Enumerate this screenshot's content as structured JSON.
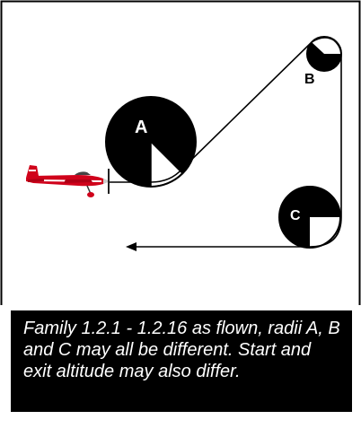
{
  "diagram": {
    "loop_labels": {
      "a": "A",
      "b": "B",
      "c": "C"
    },
    "colors": {
      "fill": "#000000",
      "background": "#ffffff",
      "aircraft": "#d0021b"
    },
    "icons": [
      "aircraft-icon",
      "arrowhead-icon"
    ]
  },
  "caption": {
    "text": "Family 1.2.1 - 1.2.16 as flown, radii A, B and C may all be different. Start and exit altitude may also differ."
  }
}
